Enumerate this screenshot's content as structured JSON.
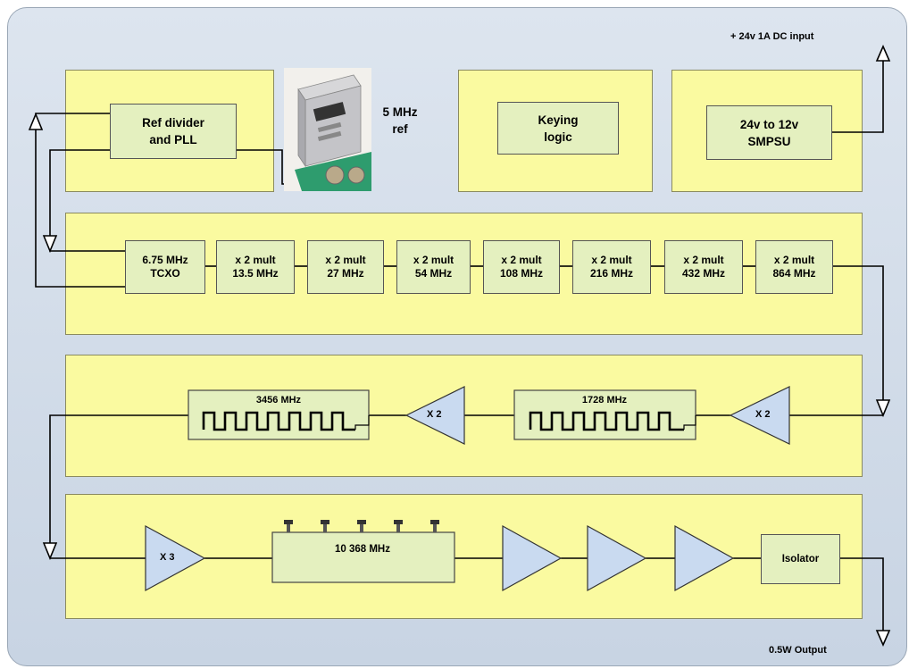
{
  "labels": {
    "dc_input": "+ 24v 1A DC input",
    "output": "0.5W Output",
    "ref_5mhz": [
      "5 MHz",
      "ref"
    ]
  },
  "blocks": {
    "ref_divider": [
      "Ref divider",
      "and PLL"
    ],
    "keying": [
      "Keying",
      "logic"
    ],
    "smpsu": [
      "24v to 12v",
      "SMPSU"
    ],
    "tcxo": [
      "6.75 MHz",
      "TCXO"
    ],
    "mult1": [
      "x 2 mult",
      "13.5 MHz"
    ],
    "mult2": [
      "x 2 mult",
      "27 MHz"
    ],
    "mult3": [
      "x 2 mult",
      "54 MHz"
    ],
    "mult4": [
      "x 2 mult",
      "108 MHz"
    ],
    "mult5": [
      "x 2 mult",
      "216 MHz"
    ],
    "mult6": [
      "x 2 mult",
      "432 MHz"
    ],
    "mult7": [
      "x 2 mult",
      "864 MHz"
    ],
    "isolator": "Isolator"
  },
  "filters": {
    "f3456": "3456 MHz",
    "f1728": "1728 MHz",
    "f10368": "10 368 MHz"
  },
  "multipliers": {
    "x2_a": "X 2",
    "x2_b": "X 2",
    "x3": "X 3"
  },
  "colors": {
    "panel": "#fafaa0",
    "block": "#e4f0bf",
    "triangle": "#c9daf0",
    "background": "#d0dbe8"
  }
}
